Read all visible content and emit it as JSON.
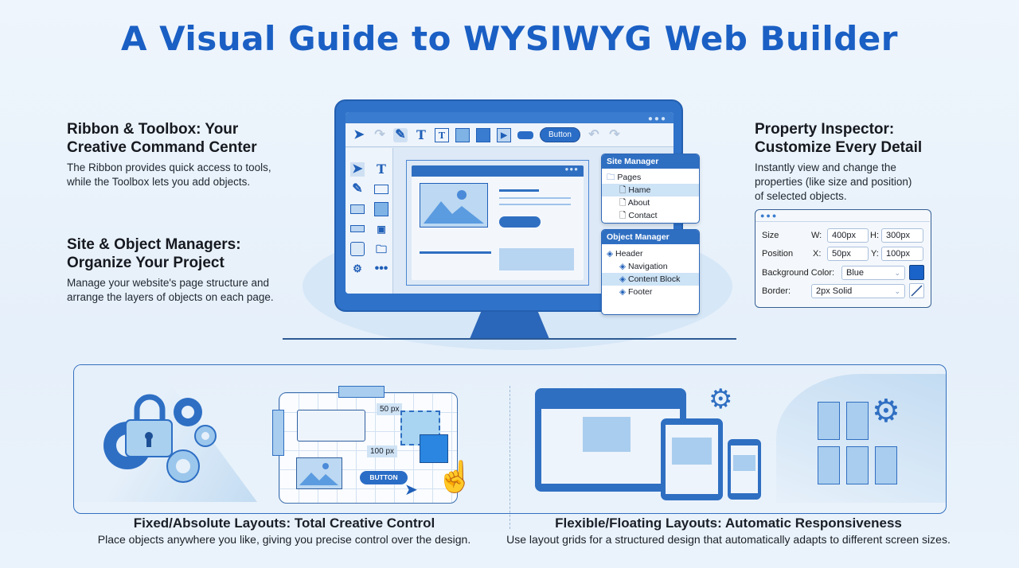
{
  "title": "A Visual Guide to WYSIWYG Web Builder",
  "sections": {
    "ribbon": {
      "heading_line1": "Ribbon & Toolbox: Your",
      "heading_line2": "Creative Command Center",
      "desc_line1": "The Ribbon provides quick access to tools,",
      "desc_line2": "while the Toolbox lets you add objects."
    },
    "managers": {
      "heading_line1": "Site & Object Managers:",
      "heading_line2": "Organize Your Project",
      "desc_line1": "Manage your website's page structure and",
      "desc_line2": "arrange the layers of objects on each page."
    },
    "inspector": {
      "heading_line1": "Property Inspector:",
      "heading_line2": "Customize Every Detail",
      "desc_line1": "Instantly view and change the",
      "desc_line2": "properties (like size and position)",
      "desc_line3": "of selected objects."
    }
  },
  "ribbon": {
    "button_label": "Button"
  },
  "site_manager": {
    "title": "Site Manager",
    "root": "Pages",
    "pages": [
      "Hame",
      "About",
      "Contact"
    ]
  },
  "object_manager": {
    "title": "Object Manager",
    "root": "Header",
    "items": [
      "Navigation",
      "Content Block",
      "Footer"
    ]
  },
  "property_inspector": {
    "size_label": "Size",
    "w_label": "W:",
    "w_value": "400px",
    "h_label": "H:",
    "h_value": "300px",
    "position_label": "Position",
    "x_label": "X:",
    "x_value": "50px",
    "y_label": "Y:",
    "y_value": "100px",
    "bg_label": "Background Color:",
    "bg_value": "Blue",
    "border_label": "Border:",
    "border_value": "2px Solid",
    "swatch_color": "#1a63c9"
  },
  "fixed": {
    "tag_50": "50 px",
    "tag_100": "100 px",
    "button": "BUTTON",
    "caption": "Fixed/Absolute Layouts: Total Creative Control",
    "desc": "Place objects anywhere you like, giving you precise control over the design."
  },
  "flexible": {
    "caption": "Flexible/Floating Layouts: Automatic Responsiveness",
    "desc": "Use layout grids for a structured design that automatically adapts to different screen sizes."
  }
}
